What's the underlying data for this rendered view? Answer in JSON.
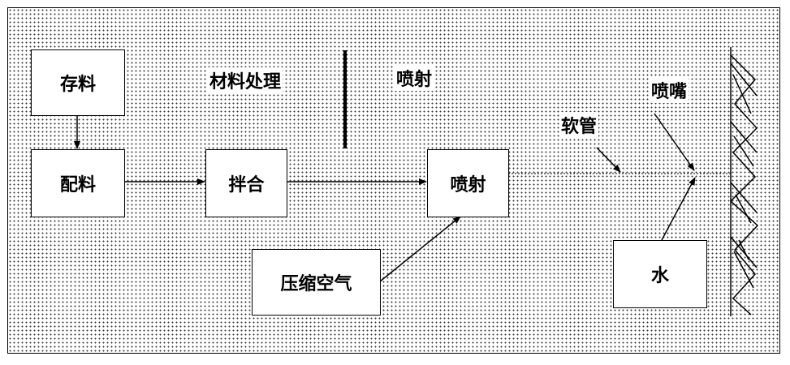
{
  "boxes": {
    "storage": "存料",
    "batching": "配料",
    "mixing": "拌合",
    "spraying": "喷射",
    "compressed_air": "压缩空气",
    "water": "水"
  },
  "labels": {
    "material_processing": "材料处理",
    "spraying_section": "喷射",
    "hose": "软管",
    "nozzle": "喷嘴"
  }
}
